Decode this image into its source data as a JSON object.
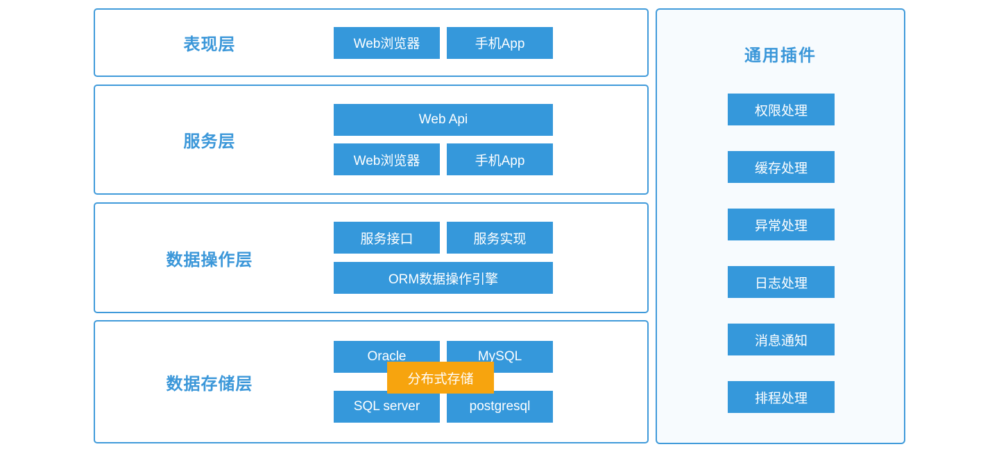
{
  "colors": {
    "blue": "#3598db",
    "border_blue": "#3f9ada",
    "title_blue": "#3b97d9",
    "orange": "#f7a40e",
    "panel_bg": "#f7fbfe",
    "button_text": "#ffffff",
    "page_bg": "#ffffff"
  },
  "layers": [
    {
      "title": "表现层",
      "rows": [
        {
          "buttons": [
            "Web浏览器",
            "手机App"
          ]
        }
      ]
    },
    {
      "title": "服务层",
      "rows": [
        {
          "buttons": [
            "Web Api"
          ]
        },
        {
          "buttons": [
            "Web浏览器",
            "手机App"
          ]
        }
      ]
    },
    {
      "title": "数据操作层",
      "rows": [
        {
          "buttons": [
            "服务接口",
            "服务实现"
          ]
        },
        {
          "buttons": [
            "ORM数据操作引擎"
          ]
        }
      ]
    },
    {
      "title": "数据存储层",
      "rows": [
        {
          "buttons": [
            "Oracle",
            "MySQL"
          ]
        },
        {
          "buttons": [
            "SQL server",
            "postgresql"
          ]
        }
      ],
      "overlay": "分布式存储"
    }
  ],
  "plugins": {
    "title": "通用插件",
    "buttons": [
      "权限处理",
      "缓存处理",
      "异常处理",
      "日志处理",
      "消息通知",
      "排程处理"
    ]
  }
}
